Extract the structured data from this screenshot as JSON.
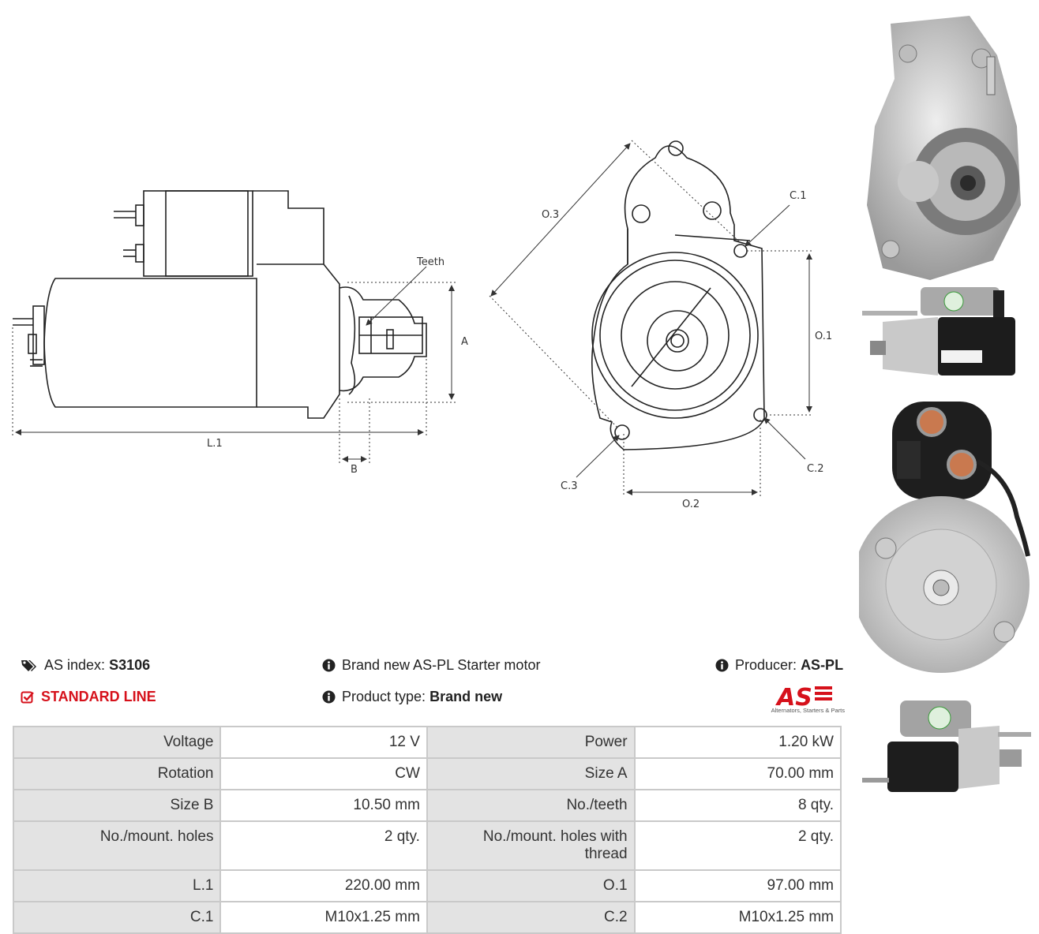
{
  "drawing": {
    "labels": {
      "teeth": "Teeth",
      "a": "A",
      "b": "B",
      "l1": "L.1",
      "o1": "O.1",
      "o2": "O.2",
      "o3": "O.3",
      "c1": "C.1",
      "c2": "C.2",
      "c3": "C.3"
    }
  },
  "info": {
    "as_index_label": "AS index:",
    "as_index_value": "S3106",
    "line": "STANDARD LINE",
    "description": "Brand new AS-PL Starter motor",
    "product_type_label": "Product type:",
    "product_type_value": "Brand new",
    "producer_label": "Producer:",
    "producer_value": "AS-PL"
  },
  "logo": {
    "text": "AS",
    "tagline": "Alternators, Starters & Parts"
  },
  "specs": [
    [
      "Voltage",
      "12 V",
      "Power",
      "1.20 kW"
    ],
    [
      "Rotation",
      "CW",
      "Size A",
      "70.00 mm"
    ],
    [
      "Size B",
      "10.50 mm",
      "No./teeth",
      "8 qty."
    ],
    [
      "No./mount. holes",
      "2 qty.",
      "No./mount. holes with thread",
      "2 qty."
    ],
    [
      "L.1",
      "220.00 mm",
      "O.1",
      "97.00 mm"
    ],
    [
      "C.1",
      "M10x1.25 mm",
      "C.2",
      "M10x1.25 mm"
    ]
  ],
  "colors": {
    "accent": "#d6111b",
    "label_bg": "#e3e3e3",
    "border": "#c9c9c9"
  }
}
